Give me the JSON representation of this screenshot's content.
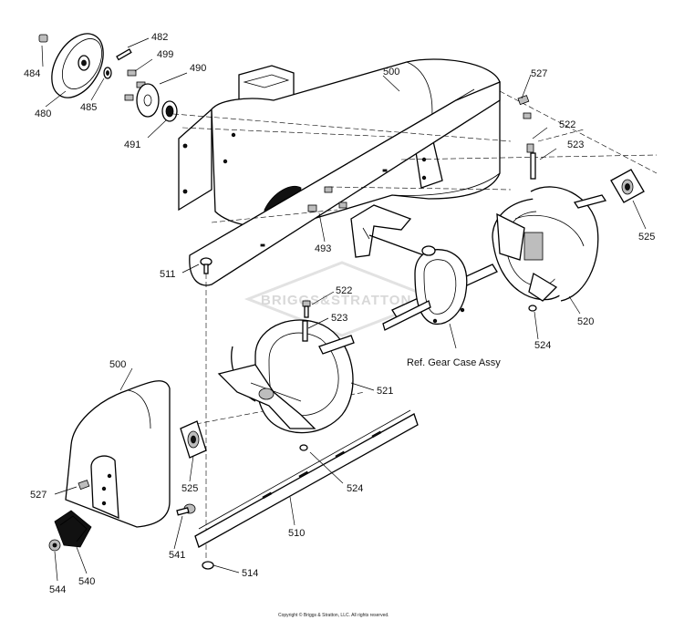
{
  "diagram": {
    "callouts": {
      "p484": "484",
      "p480": "480",
      "p485": "485",
      "p482": "482",
      "p499": "499",
      "p490": "490",
      "p491": "491",
      "p500_top": "500",
      "p527_top": "527",
      "p522_top": "522",
      "p523_top": "523",
      "p525_right": "525",
      "p520": "520",
      "p524_right": "524",
      "p493": "493",
      "p511": "511",
      "p522_mid": "522",
      "p523_mid": "523",
      "p521": "521",
      "p500_left": "500",
      "p525_left": "525",
      "p524_mid": "524",
      "p527_left": "527",
      "p510": "510",
      "p541": "541",
      "p514": "514",
      "p540": "540",
      "p544": "544"
    },
    "reference_label": "Ref. Gear Case Assy",
    "watermark": "BRIGGS&STRATTON",
    "copyright": "Copyright © Briggs & Stratton, LLC. All rights reserved."
  }
}
